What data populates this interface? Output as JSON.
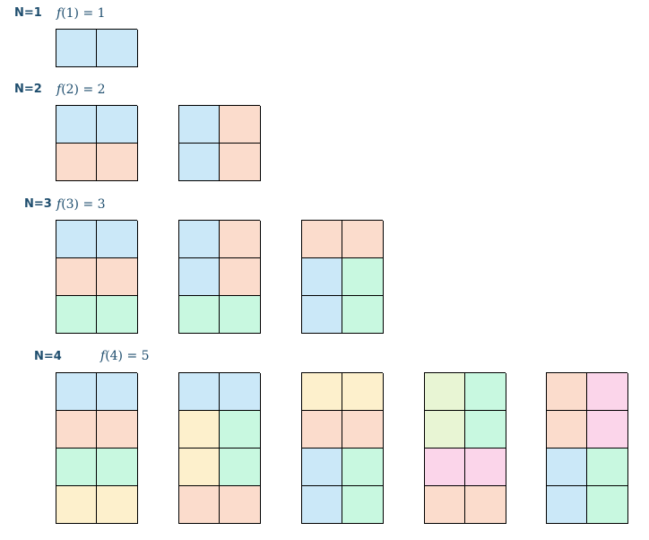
{
  "colors": {
    "B": "#cbe8f8",
    "O": "#fbdccc",
    "G": "#c8f8e0",
    "Y": "#fdf0cc",
    "L": "#e8f5d4",
    "P": "#fbd5ea"
  },
  "rows": [
    {
      "n_label": "N=1",
      "formula": {
        "fn": "f",
        "arg": "(1)",
        "eq": " = 1"
      },
      "tilings": [
        [
          [
            "B",
            "B"
          ]
        ]
      ]
    },
    {
      "n_label": "N=2",
      "formula": {
        "fn": "f",
        "arg": "(2)",
        "eq": " = 2"
      },
      "tilings": [
        [
          [
            "B",
            "B"
          ],
          [
            "O",
            "O"
          ]
        ],
        [
          [
            "B",
            "O"
          ],
          [
            "B",
            "O"
          ]
        ]
      ]
    },
    {
      "n_label": "N=3",
      "formula": {
        "fn": "f",
        "arg": "(3)",
        "eq": " = 3"
      },
      "tilings": [
        [
          [
            "B",
            "B"
          ],
          [
            "O",
            "O"
          ],
          [
            "G",
            "G"
          ]
        ],
        [
          [
            "B",
            "O"
          ],
          [
            "B",
            "O"
          ],
          [
            "G",
            "G"
          ]
        ],
        [
          [
            "O",
            "O"
          ],
          [
            "B",
            "G"
          ],
          [
            "B",
            "G"
          ]
        ]
      ]
    },
    {
      "n_label": "N=4",
      "formula": {
        "fn": "f",
        "arg": "(4)",
        "eq": " = 5"
      },
      "tilings": [
        [
          [
            "B",
            "B"
          ],
          [
            "O",
            "O"
          ],
          [
            "G",
            "G"
          ],
          [
            "Y",
            "Y"
          ]
        ],
        [
          [
            "B",
            "B"
          ],
          [
            "Y",
            "G"
          ],
          [
            "Y",
            "G"
          ],
          [
            "O",
            "O"
          ]
        ],
        [
          [
            "Y",
            "Y"
          ],
          [
            "O",
            "O"
          ],
          [
            "B",
            "G"
          ],
          [
            "B",
            "G"
          ]
        ],
        [
          [
            "L",
            "G"
          ],
          [
            "L",
            "G"
          ],
          [
            "P",
            "P"
          ],
          [
            "O",
            "O"
          ]
        ],
        [
          [
            "O",
            "P"
          ],
          [
            "O",
            "P"
          ],
          [
            "B",
            "G"
          ],
          [
            "B",
            "G"
          ]
        ]
      ]
    }
  ]
}
